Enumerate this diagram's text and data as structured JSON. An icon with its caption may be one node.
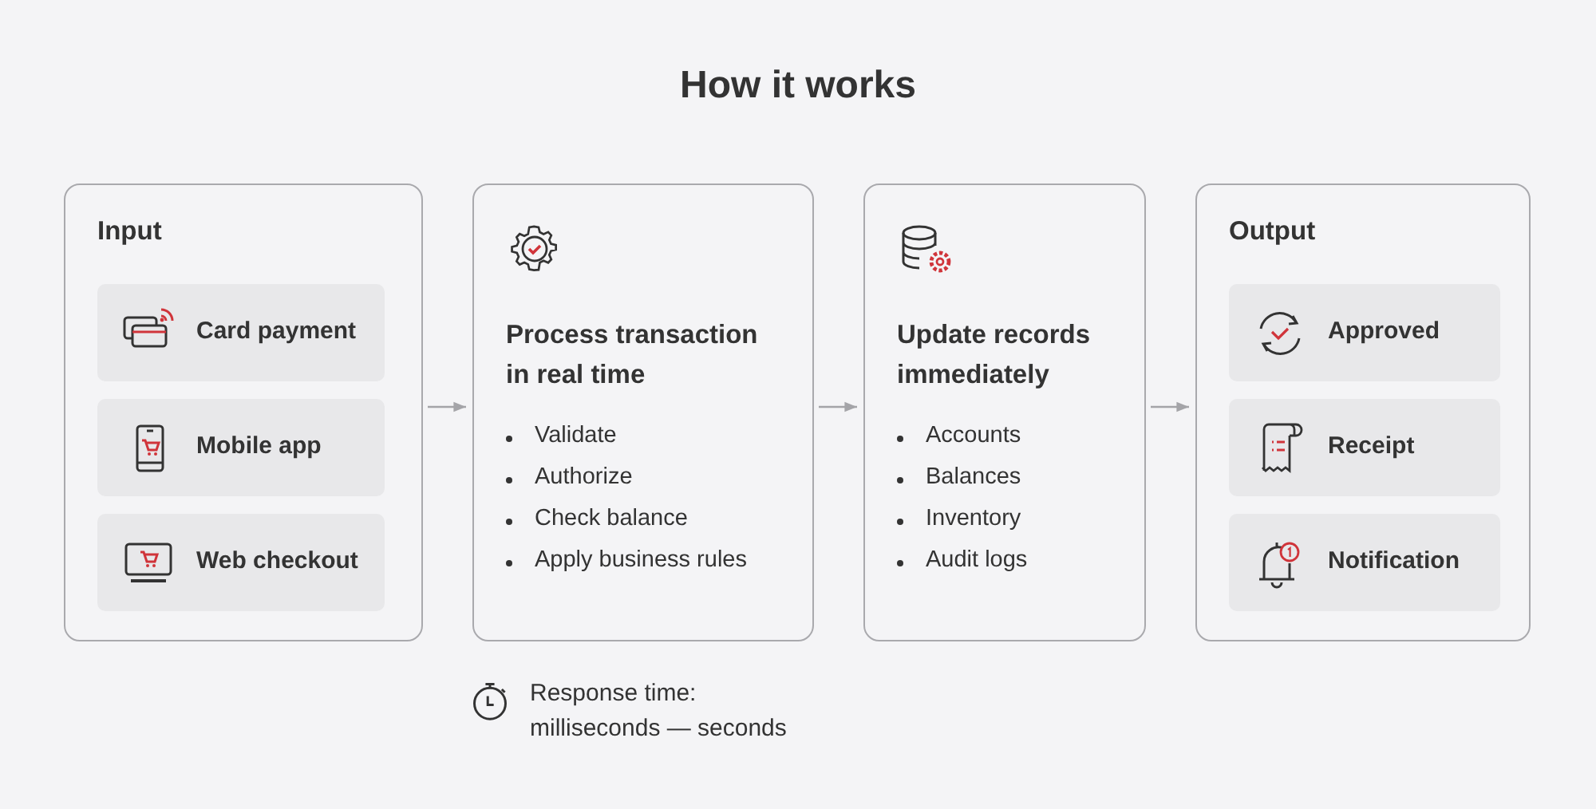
{
  "diagram": {
    "title": "How it works",
    "nodes": [
      {
        "text": [
          "Input"
        ]
      },
      {
        "text": [
          "Card payment"
        ],
        "in": 0
      },
      {
        "text": [
          "Mobile app"
        ],
        "in": 0
      },
      {
        "text": [
          "Web checkout"
        ],
        "in": 0
      },
      {
        "text": [
          "Process transaction in real time",
          "Validate",
          "Authorize",
          "Check balance",
          "Apply business rules"
        ],
        "beside": [
          "Response time: milliseconds — seconds"
        ]
      },
      {
        "text": [
          "Update records immediately",
          "Accounts",
          "Balances",
          "Inventory",
          "Audit logs"
        ]
      },
      {
        "text": [
          "Output"
        ]
      },
      {
        "text": [
          "Approved"
        ],
        "in": 6
      },
      {
        "text": [
          "Receipt"
        ],
        "in": 6
      },
      {
        "text": [
          "Notification"
        ],
        "in": 6
      }
    ],
    "edges": [
      {
        "from": 0,
        "to": 4,
        "arrow": "to"
      },
      {
        "from": 4,
        "to": 5,
        "arrow": "to"
      },
      {
        "from": 5,
        "to": 6,
        "arrow": "to"
      }
    ]
  }
}
